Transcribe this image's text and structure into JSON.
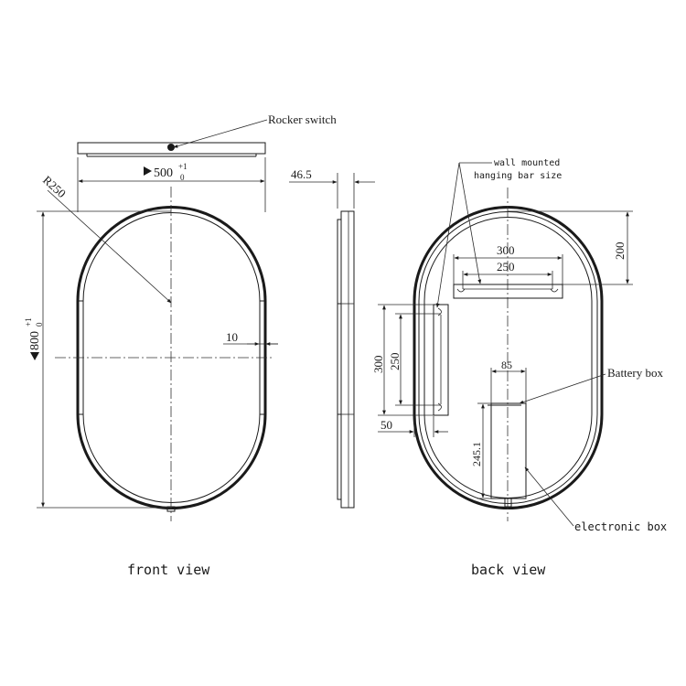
{
  "labels": {
    "rocker_switch": "Rocker switch",
    "wall_mounted_1": "wall mounted",
    "wall_mounted_2": "hanging bar size",
    "battery_box": "Battery box",
    "electronic_box": "electronic box",
    "front_view": "front view",
    "back_view": "back view"
  },
  "dimensions": {
    "width": "500",
    "width_tol_upper": "+1",
    "width_tol_lower": "0",
    "height": "800",
    "height_tol_upper": "+1",
    "height_tol_lower": "0",
    "radius": "R250",
    "depth": "46.5",
    "frame_inset": "10",
    "bar_300_top": "300",
    "bar_250_top": "250",
    "top_offset": "200",
    "side_300": "300",
    "side_250": "250",
    "side_offset": "50",
    "box_width": "85",
    "box_height": "245.1"
  }
}
